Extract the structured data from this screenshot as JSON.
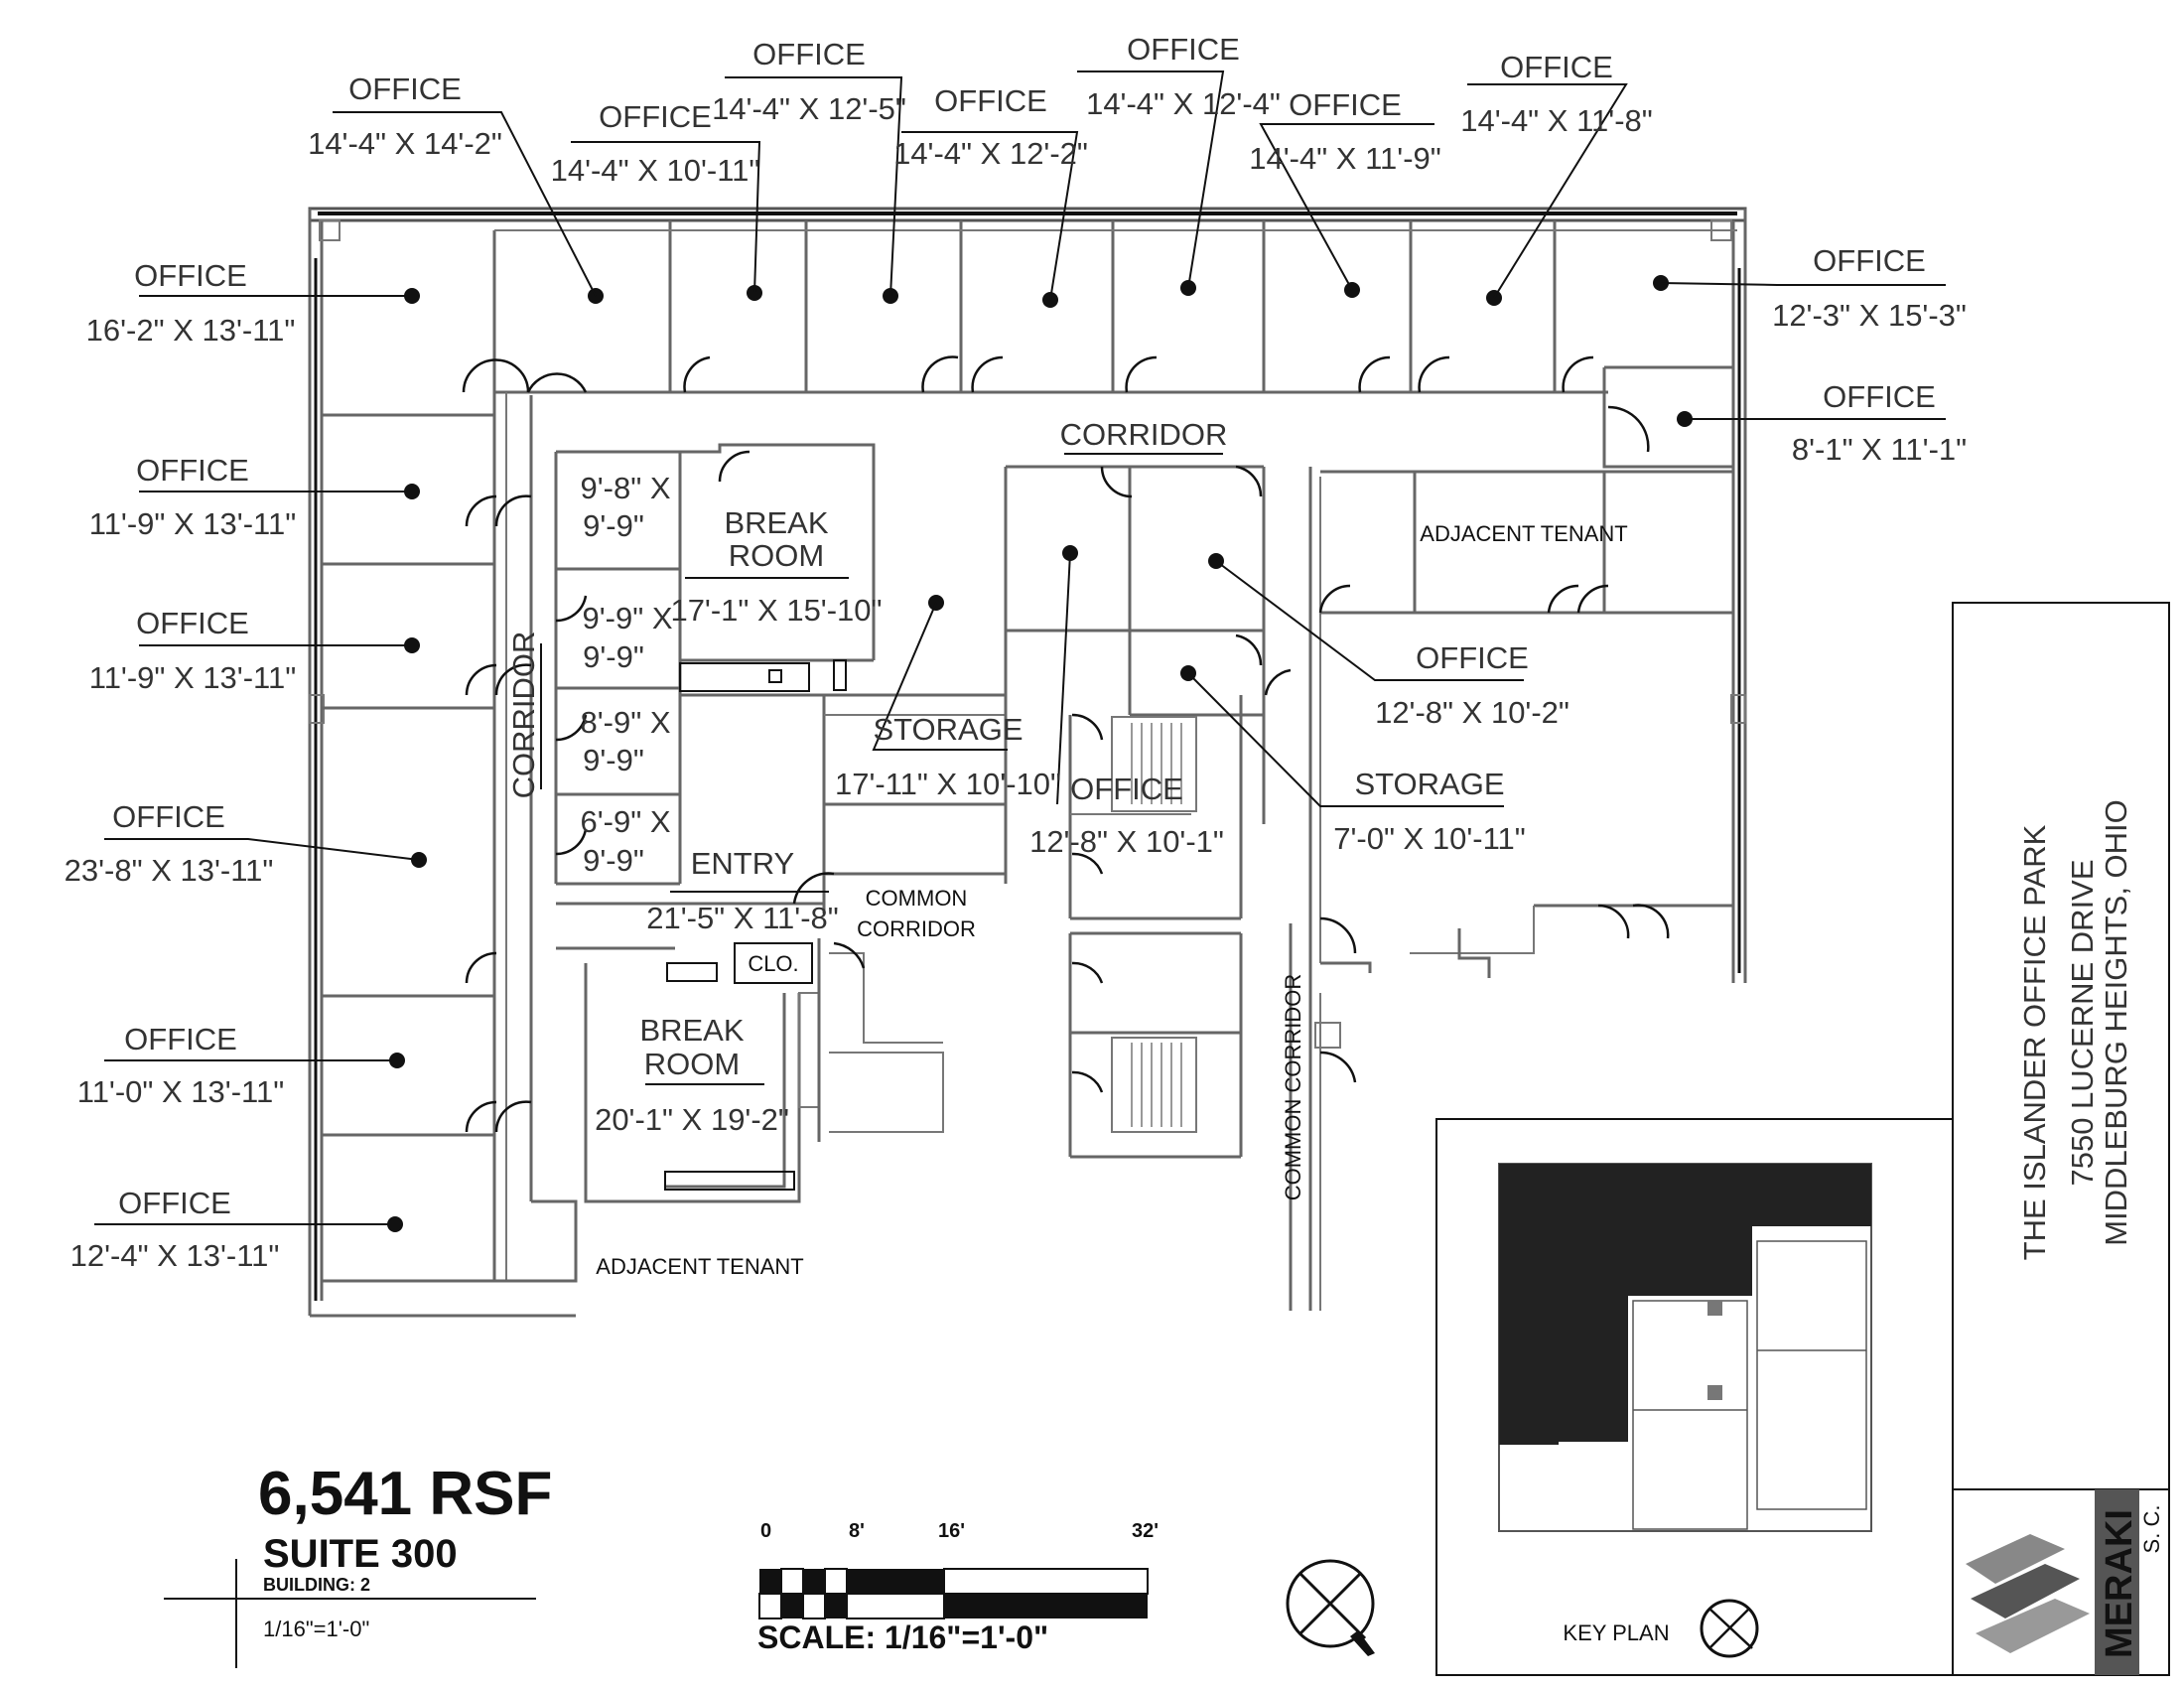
{
  "rooms": [
    {
      "title": "OFFICE",
      "dims": "14'-4\" X 14'-2\""
    },
    {
      "title": "OFFICE",
      "dims": "14'-4\" X 10'-11\""
    },
    {
      "title": "OFFICE",
      "dims": "14'-4\" X 12'-5\""
    },
    {
      "title": "OFFICE",
      "dims": "14'-4\" X 12'-2\""
    },
    {
      "title": "OFFICE",
      "dims": "14'-4\" X 12'-4\""
    },
    {
      "title": "OFFICE",
      "dims": "14'-4\" X 11'-9\""
    },
    {
      "title": "OFFICE",
      "dims": "14'-4\" X 11'-8\""
    },
    {
      "title": "OFFICE",
      "dims": "16'-2\" X 13'-11\""
    },
    {
      "title": "OFFICE",
      "dims": "12'-3\" X 15'-3\""
    },
    {
      "title": "OFFICE",
      "dims": "8'-1\" X 11'-1\""
    },
    {
      "title": "OFFICE",
      "dims": "11'-9\" X 13'-11\""
    },
    {
      "title": "OFFICE",
      "dims": "11'-9\" X 13'-11\""
    },
    {
      "title": "OFFICE",
      "dims": "23'-8\" X 13'-11\""
    },
    {
      "title": "OFFICE",
      "dims": "11'-0\" X 13'-11\""
    },
    {
      "title": "OFFICE",
      "dims": "12'-4\" X 13'-11\""
    },
    {
      "title": "OFFICE",
      "dims": "12'-8\" X 10'-2\""
    },
    {
      "title": "STORAGE",
      "dims": "7'-0\" X 10'-11\""
    },
    {
      "title": "STORAGE",
      "dims": "17'-11\" X 10'-10\""
    },
    {
      "title": "OFFICE",
      "dims": "12'-8\" X 10'-1\""
    },
    {
      "title": "ENTRY",
      "dims": "21'-5\" X 11'-8\""
    }
  ],
  "break_room_1": {
    "line1": "BREAK",
    "line2": "ROOM",
    "dims": "17'-1\" X 15'-10\""
  },
  "break_room_2": {
    "line1": "BREAK",
    "line2": "ROOM",
    "dims": "20'-1\" X 19'-2\""
  },
  "small_rooms": [
    {
      "l1": "9'-8\" X",
      "l2": "9'-9\""
    },
    {
      "l1": "9'-9\" X",
      "l2": "9'-9\""
    },
    {
      "l1": "8'-9\" X",
      "l2": "9'-9\""
    },
    {
      "l1": "6'-9\" X",
      "l2": "9'-9\""
    }
  ],
  "labels": {
    "corridor_top": "CORRIDOR",
    "corridor_left": "CORRIDOR",
    "adjacent_tenant_top": "ADJACENT TENANT",
    "adjacent_tenant_bottom": "ADJACENT TENANT",
    "common_corridor_1": "COMMON",
    "common_corridor_2": "CORRIDOR",
    "common_corridor_vertical": "COMMON CORRIDOR",
    "closet": "CLO."
  },
  "title_block": {
    "rsf": "6,541 RSF",
    "suite": "SUITE 300",
    "building": "BUILDING: 2",
    "scale_small": "1/16\"=1'-0\"",
    "scale_caption": "SCALE: 1/16\"=1'-0\"",
    "scale_ticks": [
      "0",
      "8'",
      "16'",
      "32'"
    ],
    "project": "THE ISLANDER OFFICE PARK",
    "address1": "7550 LUCERNE DRIVE",
    "address2": "MIDDLEBURG HEIGHTS, OHIO",
    "key_plan": "KEY PLAN",
    "brand": "MERAKI",
    "brand_small": "S. C."
  }
}
